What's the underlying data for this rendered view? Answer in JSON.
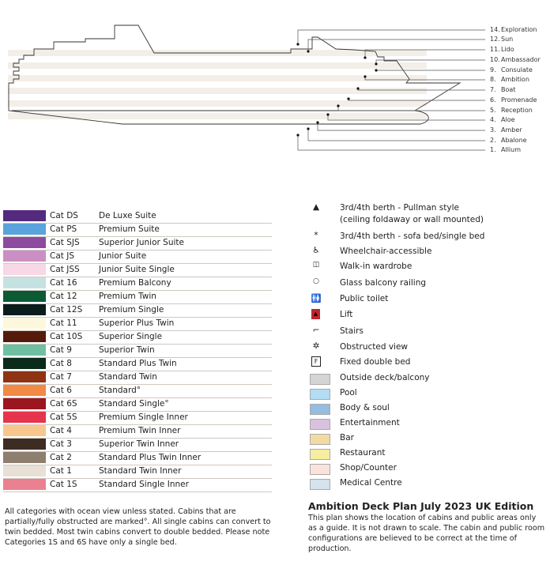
{
  "decks": [
    {
      "num": "14.",
      "name": "Exploration"
    },
    {
      "num": "12.",
      "name": "Sun"
    },
    {
      "num": "11.",
      "name": "Lido"
    },
    {
      "num": "10.",
      "name": "Ambassador"
    },
    {
      "num": "9.",
      "name": "Consulate"
    },
    {
      "num": "8.",
      "name": "Ambition"
    },
    {
      "num": "7.",
      "name": "Boat"
    },
    {
      "num": "6.",
      "name": "Promenade"
    },
    {
      "num": "5.",
      "name": "Reception"
    },
    {
      "num": "4.",
      "name": "Aloe"
    },
    {
      "num": "3.",
      "name": "Amber"
    },
    {
      "num": "2.",
      "name": "Abalone"
    },
    {
      "num": "1.",
      "name": "Allium"
    }
  ],
  "categories": [
    {
      "code": "Cat DS",
      "name": "De Luxe Suite",
      "color": "#542a7e"
    },
    {
      "code": "Cat PS",
      "name": "Premium Suite",
      "color": "#5aa3dc"
    },
    {
      "code": "Cat SJS",
      "name": "Superior Junior Suite",
      "color": "#8e4a9f"
    },
    {
      "code": "Cat JS",
      "name": "Junior Suite",
      "color": "#cc8fc4"
    },
    {
      "code": "Cat JSS",
      "name": "Junior Suite Single",
      "color": "#f8d7e6"
    },
    {
      "code": "Cat 16",
      "name": "Premium Balcony",
      "color": "#c5e2e3"
    },
    {
      "code": "Cat 12",
      "name": "Premium Twin",
      "color": "#0b5a33"
    },
    {
      "code": "Cat 12S",
      "name": "Premium Single",
      "color": "#0a1c1c"
    },
    {
      "code": "Cat 11",
      "name": "Superior Plus Twin",
      "color": "#fdf8dc"
    },
    {
      "code": "Cat 10S",
      "name": "Superior Single",
      "color": "#561a0a"
    },
    {
      "code": "Cat 9",
      "name": "Superior Twin",
      "color": "#6fc0a3"
    },
    {
      "code": "Cat 8",
      "name": "Standard Plus Twin",
      "color": "#0a2a1a"
    },
    {
      "code": "Cat 7",
      "name": "Standard Twin",
      "color": "#8f3315"
    },
    {
      "code": "Cat 6",
      "name": "Standard°",
      "color": "#f08a45"
    },
    {
      "code": "Cat 6S",
      "name": "Standard Single°",
      "color": "#9c1620"
    },
    {
      "code": "Cat 5S",
      "name": "Premium Single Inner",
      "color": "#e5344c"
    },
    {
      "code": "Cat 4",
      "name": "Premium Twin Inner",
      "color": "#f8c68c"
    },
    {
      "code": "Cat 3",
      "name": "Superior Twin Inner",
      "color": "#3d2c22"
    },
    {
      "code": "Cat 2",
      "name": "Standard Plus Twin Inner",
      "color": "#8e7e70"
    },
    {
      "code": "Cat 1",
      "name": "Standard Twin Inner",
      "color": "#e8e0d6"
    },
    {
      "code": "Cat 1S",
      "name": "Standard Single Inner",
      "color": "#ea8090"
    }
  ],
  "symbols": [
    {
      "icon": "▲",
      "name": "pullman-icon",
      "label": "3rd/4th berth - Pullman style",
      "label2": "(ceiling foldaway or wall mounted)"
    },
    {
      "icon": "*",
      "name": "sofa-bed-icon",
      "label": "3rd/4th berth - sofa bed/single bed"
    },
    {
      "icon": "♿",
      "name": "wheelchair-icon",
      "label": "Wheelchair-accessible"
    },
    {
      "icon": "◫",
      "name": "wardrobe-icon",
      "label": "Walk-in wardrobe"
    },
    {
      "icon": "○",
      "name": "glass-railing-icon",
      "label": "Glass balcony railing"
    },
    {
      "icon": "🚻",
      "name": "toilet-icon",
      "label": "Public toilet"
    },
    {
      "icon": "▲",
      "name": "lift-icon",
      "label": "Lift"
    },
    {
      "icon": "⌐",
      "name": "stairs-icon",
      "label": "Stairs"
    },
    {
      "icon": "✲",
      "name": "obstructed-view-icon",
      "label": "Obstructed view"
    },
    {
      "icon": "F",
      "name": "fixed-double-bed-icon",
      "label": "Fixed double bed"
    }
  ],
  "areas": [
    {
      "label": "Outside deck/balcony",
      "color": "#d4d4d4"
    },
    {
      "label": "Pool",
      "color": "#b3dcf5"
    },
    {
      "label": "Body & soul",
      "color": "#94bde0"
    },
    {
      "label": "Entertainment",
      "color": "#d9c1e0"
    },
    {
      "label": "Bar",
      "color": "#f4d9a3"
    },
    {
      "label": "Restaurant",
      "color": "#f7eea0"
    },
    {
      "label": "Shop/Counter",
      "color": "#fbe3dc"
    },
    {
      "label": "Medical Centre",
      "color": "#d6e2ec"
    }
  ],
  "notes": "All categories with ocean view unless stated. Cabins that are partially/fully obstructed are marked°. All single cabins can convert to twin bedded. Most twin cabins convert to double bedded. Please note Categories 1S and 6S have only a single bed.",
  "title": "Ambition Deck Plan July 2023 UK Edition",
  "disclaimer": "This plan shows the location of cabins and public areas only as a guide. It is not drawn to scale. The cabin and public room configurations are believed to be correct at the time of production."
}
